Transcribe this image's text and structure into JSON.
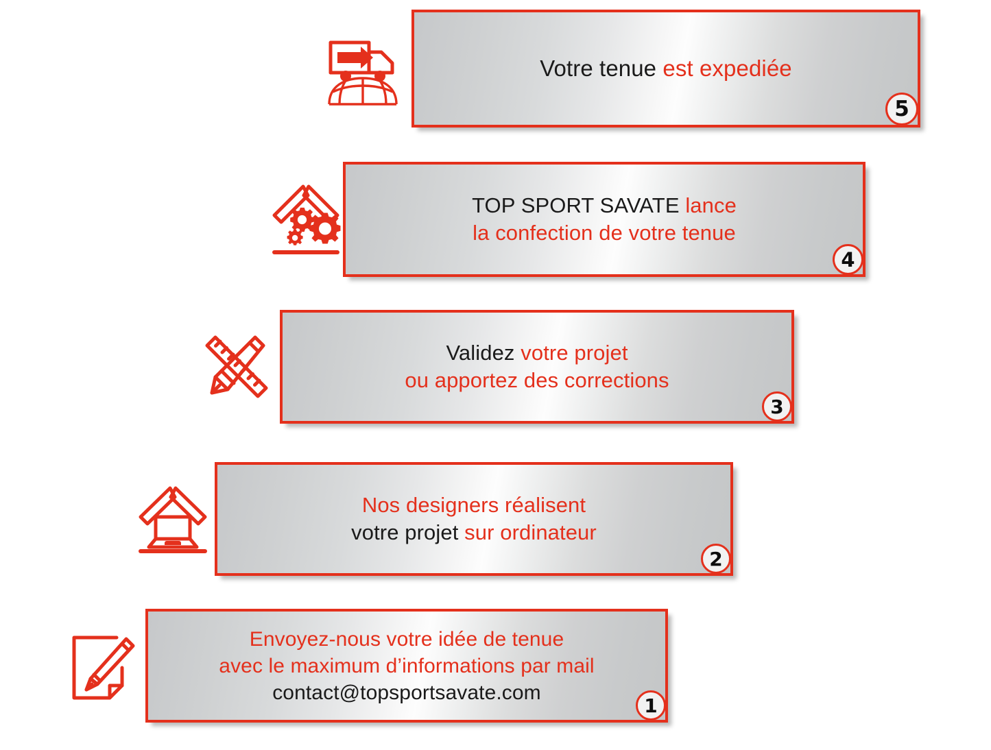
{
  "theme": {
    "accent_red": "#e4301c",
    "text_black": "#1a1a1a",
    "bar_fill_light": "#fdfdfd",
    "bar_fill_dark": "#c4c6c7",
    "background": "#ffffff"
  },
  "steps": [
    {
      "number": "5",
      "icon": "delivery-truck-globe-icon",
      "lines": [
        [
          {
            "t": "Votre tenue ",
            "c": "black"
          },
          {
            "t": "est expediée",
            "c": "red"
          }
        ]
      ]
    },
    {
      "number": "4",
      "icon": "roof-gears-icon",
      "lines": [
        [
          {
            "t": "TOP SPORT SAVATE ",
            "c": "black"
          },
          {
            "t": "lance",
            "c": "red"
          }
        ],
        [
          {
            "t": "la confection de votre tenue",
            "c": "red"
          }
        ]
      ]
    },
    {
      "number": "3",
      "icon": "ruler-pencil-cross-icon",
      "lines": [
        [
          {
            "t": "Validez ",
            "c": "black"
          },
          {
            "t": "votre projet",
            "c": "red"
          }
        ],
        [
          {
            "t": "ou apportez des corrections",
            "c": "red"
          }
        ]
      ]
    },
    {
      "number": "2",
      "icon": "roof-laptop-icon",
      "lines": [
        [
          {
            "t": "Nos designers réalisent",
            "c": "red"
          }
        ],
        [
          {
            "t": "votre projet ",
            "c": "black"
          },
          {
            "t": "sur ordinateur",
            "c": "red"
          }
        ]
      ]
    },
    {
      "number": "1",
      "icon": "document-pencil-icon",
      "lines": [
        [
          {
            "t": "Envoyez-nous votre idée de tenue",
            "c": "red"
          }
        ],
        [
          {
            "t": "avec le maximum d’informations par mail",
            "c": "red"
          }
        ],
        [
          {
            "t": "contact@topsportsavate.com",
            "c": "black"
          }
        ]
      ]
    }
  ]
}
